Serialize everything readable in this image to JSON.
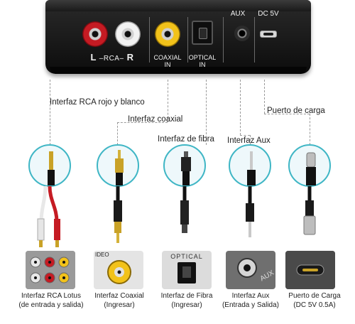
{
  "device": {
    "label_l": "L",
    "label_rca": "–RCA–",
    "label_r": "R",
    "label_coaxial": "COAXIAL",
    "label_coaxial_in": "IN",
    "label_optical": "OPTICAL",
    "label_optical_in": "IN",
    "label_aux": "AUX",
    "label_dc": "DC 5V"
  },
  "callouts": {
    "rca": "Interfaz RCA rojo y blanco",
    "coaxial": "Interfaz coaxial",
    "fibra": "Interfaz de fibra",
    "aux": "Interfaz Aux",
    "carga": "Puerto de carga"
  },
  "thumbs": {
    "coaxial_text": "IDEO",
    "optical_text": "OPTICAL",
    "aux_text": "AUX"
  },
  "captions": [
    {
      "line1": "Interfaz RCA Lotus",
      "line2": "(de entrada y salida)"
    },
    {
      "line1": "Interfaz Coaxial",
      "line2": "(Ingresar)"
    },
    {
      "line1": "Interfaz de Fibra",
      "line2": "(Ingresar)"
    },
    {
      "line1": "Interfaz Aux",
      "line2": "(Entrada y Salida)"
    },
    {
      "line1": "Puerto de Carga",
      "line2": "(DC 5V 0.5A)"
    }
  ],
  "colors": {
    "accent_teal": "#3fb6c5",
    "rca_red": "#c51b23",
    "rca_yellow": "#f2c21a"
  }
}
